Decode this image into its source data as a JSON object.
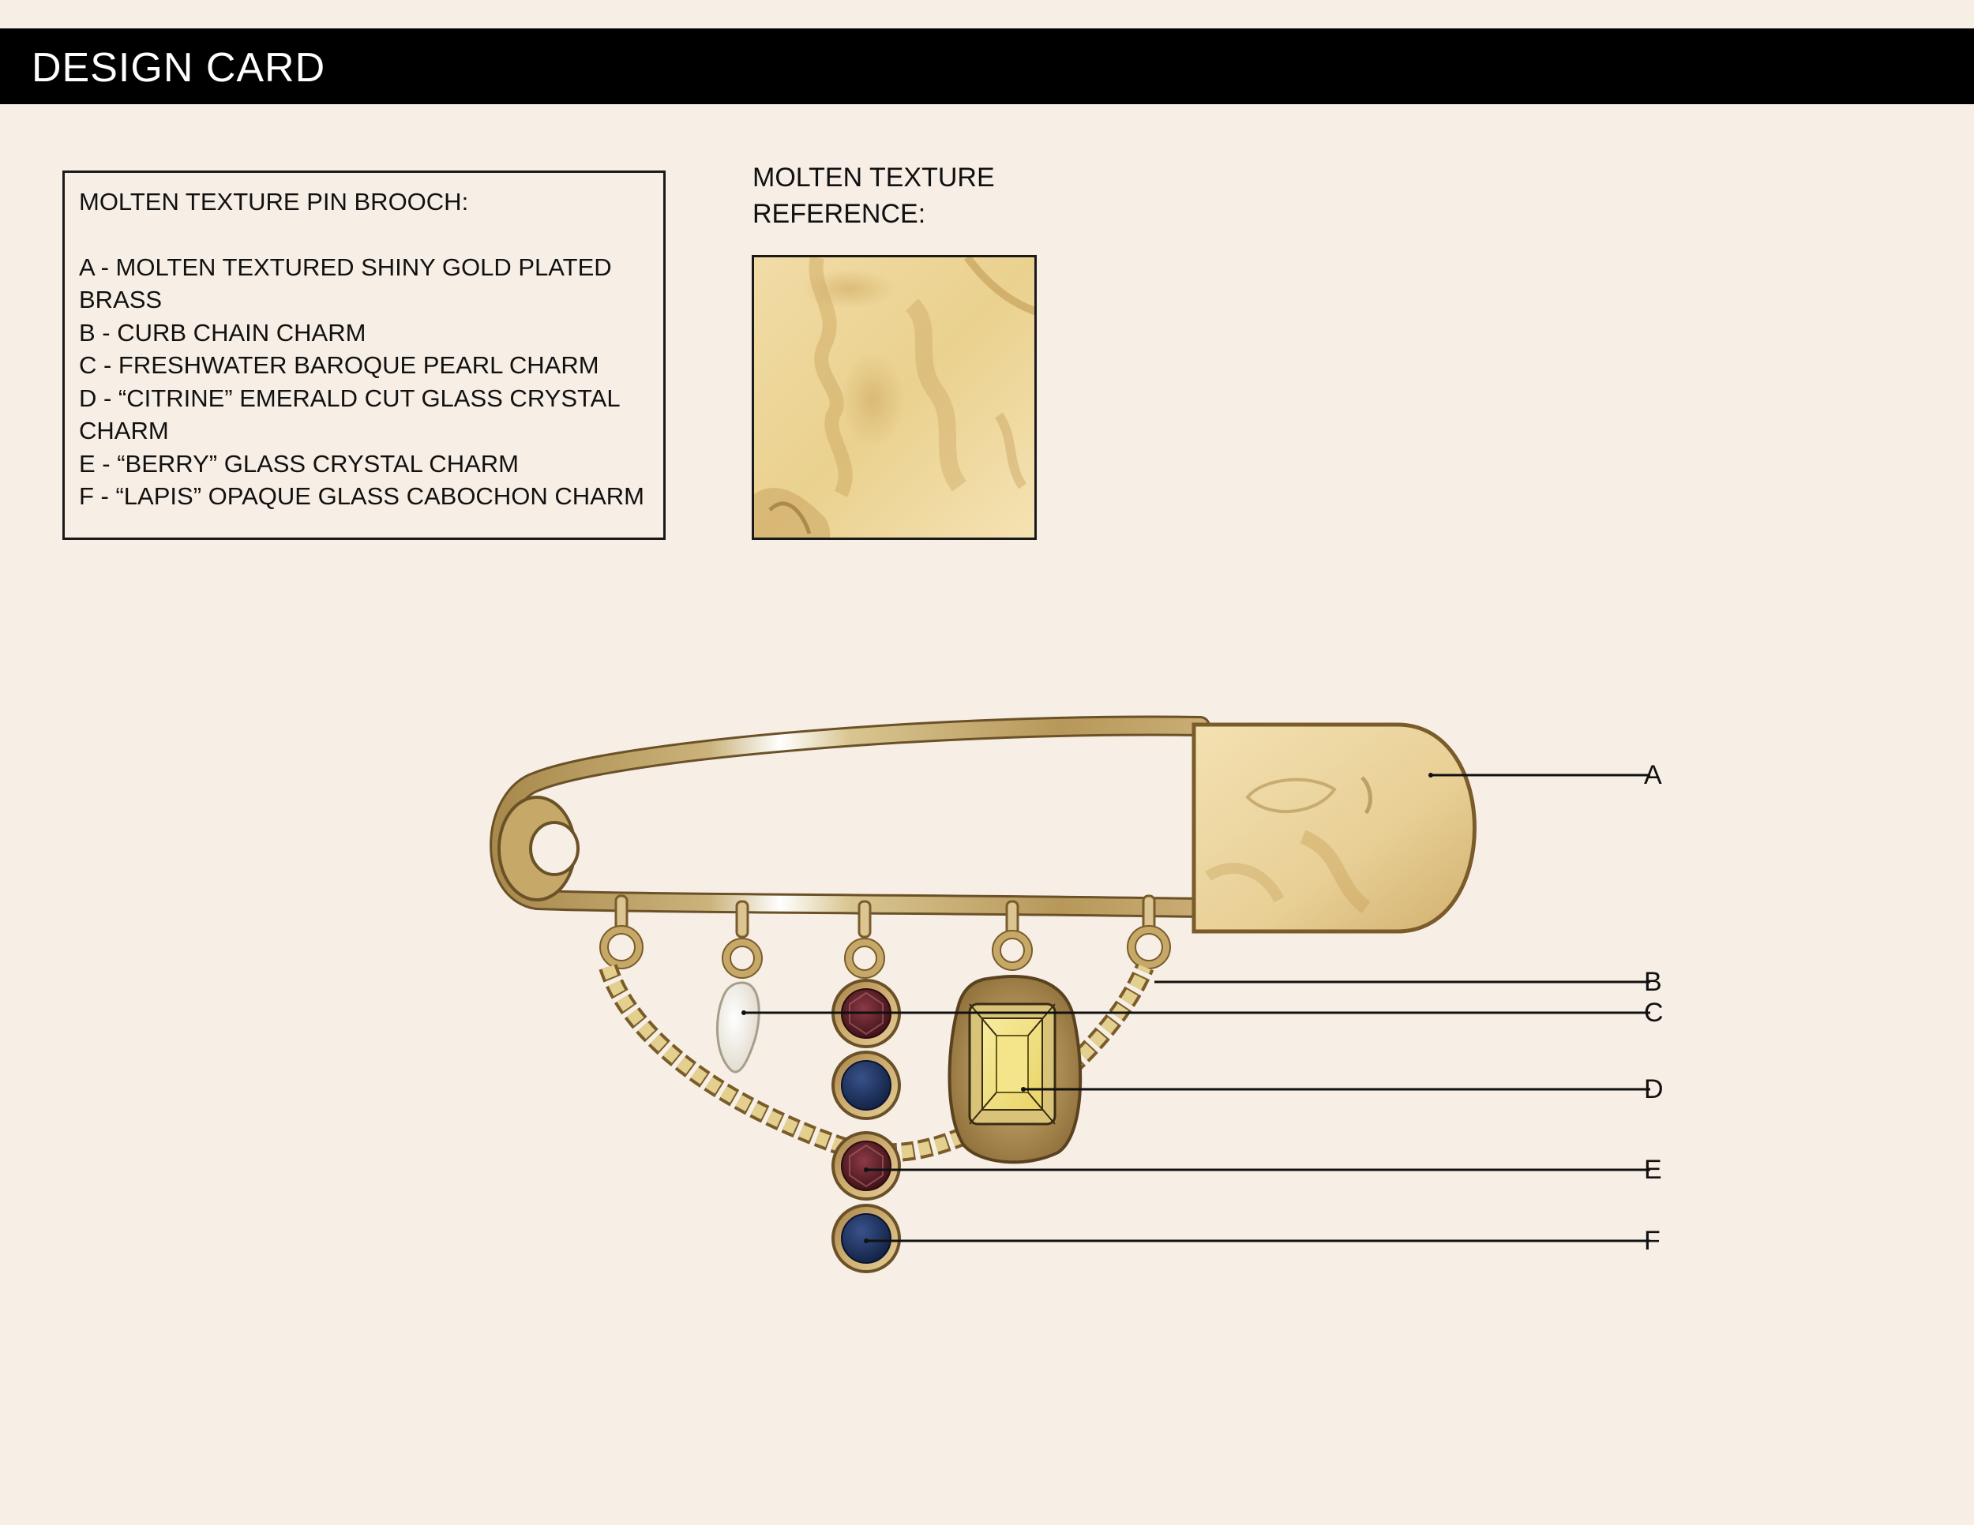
{
  "header": {
    "title": "DESIGN CARD"
  },
  "spec": {
    "heading": "MOLTEN TEXTURE PIN BROOCH:",
    "lines": [
      "A - MOLTEN TEXTURED SHINY GOLD PLATED",
      "BRASS",
      "B - CURB CHAIN CHARM",
      "C - FRESHWATER BAROQUE PEARL CHARM",
      "D - “CITRINE” EMERALD CUT GLASS CRYSTAL",
      "CHARM",
      "E - “BERRY” GLASS CRYSTAL CHARM",
      "F - “LAPIS” OPAQUE GLASS CABOCHON CHARM"
    ]
  },
  "reference": {
    "line1": "MOLTEN TEXTURE",
    "line2": "REFERENCE:"
  },
  "callouts": {
    "a": "A",
    "b": "B",
    "c": "C",
    "d": "D",
    "e": "E",
    "f": "F"
  },
  "colors": {
    "gold_light": "#f3dfae",
    "gold_mid": "#d6b678",
    "gold_dark": "#9b7a3d",
    "berry": "#5a1f26",
    "lapis": "#1f3563",
    "citrine": "#f2e38a",
    "pearl": "#f5f2ea"
  }
}
